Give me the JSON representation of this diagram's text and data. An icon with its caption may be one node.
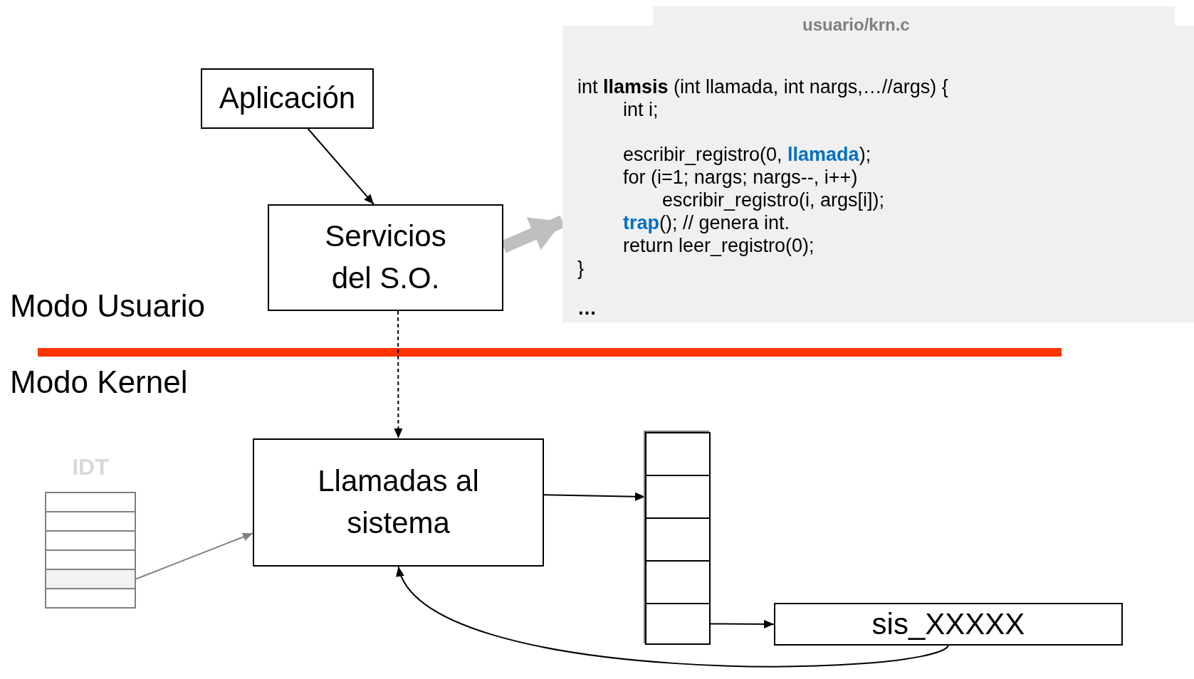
{
  "diagram": {
    "nodes": [
      {
        "text": [
          "Aplicación"
        ]
      },
      {
        "text": [
          "Servicios del S.O."
        ]
      },
      {
        "text": [
          "usuario/krn.c",
          "int **llamsis** (int llamada, int nargs,…//args) {",
          "int i;",
          "escribir_registro(0, **llamada**);",
          "for (i=1; nargs; nargs--, i++)",
          "escribir_registro(i, args[i]);",
          "**trap**(); // genera int.",
          "return leer_registro(0);",
          "}",
          "…"
        ]
      },
      {
        "text": [
          "Llamadas al sistema"
        ]
      },
      {
        "text": [
          "IDT"
        ]
      },
      {
        "text": [],
        "shape": "box",
        "in": 4
      },
      {
        "text": [],
        "shape": "box",
        "in": 4
      },
      {
        "text": [],
        "shape": "box",
        "in": 4
      },
      {
        "text": [],
        "shape": "box",
        "in": 4
      },
      {
        "text": [],
        "shape": "box",
        "in": 4
      },
      {
        "text": [],
        "shape": "box",
        "in": 4
      },
      {
        "text": [],
        "shape": "box"
      },
      {
        "text": [],
        "shape": "box",
        "in": 11
      },
      {
        "text": [],
        "shape": "box",
        "in": 11
      },
      {
        "text": [],
        "shape": "box",
        "in": 11
      },
      {
        "text": [],
        "shape": "box",
        "in": 11
      },
      {
        "text": [],
        "shape": "box",
        "in": 11
      },
      {
        "text": [
          "sis_XXXXX"
        ]
      }
    ],
    "edges": [
      {
        "from": 0,
        "to": 1,
        "arrow": "to"
      },
      {
        "from": 1,
        "to": 2,
        "arrow": "to",
        "style": "thick",
        "color": "#bfbfbf"
      },
      {
        "from": 1,
        "to": 3,
        "arrow": "to",
        "style": "dashed"
      },
      {
        "from": 9,
        "to": 3,
        "arrow": "to",
        "color": "#808080"
      },
      {
        "from": 3,
        "to": 13,
        "arrow": "to"
      },
      {
        "from": 16,
        "to": 17,
        "arrow": "to"
      },
      {
        "from": 17,
        "to": 3,
        "arrow": "to"
      }
    ],
    "labels": [
      "Modo Usuario",
      "Modo Kernel"
    ]
  }
}
